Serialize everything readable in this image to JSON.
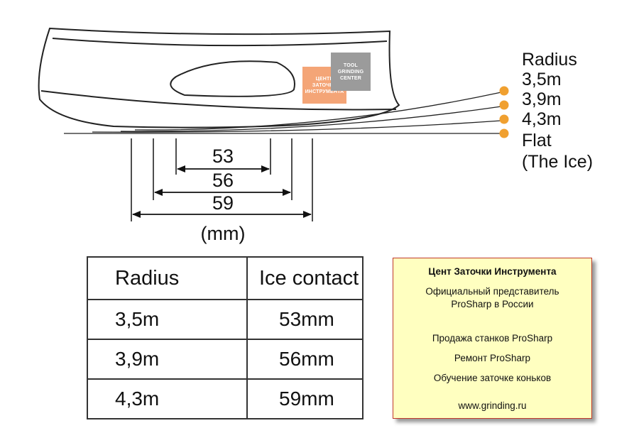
{
  "logos": {
    "orange_text": "ЦЕНТР\nЗАТОЧКИ\nИНСТРУМЕНТА",
    "grey_text": "TOOL\nGRINDING\nCENTER"
  },
  "dimensions": {
    "d1": "53",
    "d2": "56",
    "d3": "59",
    "unit": "(mm)"
  },
  "legend": {
    "title": "Radius",
    "items": [
      "3,5m",
      "3,9m",
      "4,3m",
      "Flat"
    ],
    "note": "(The Ice)",
    "dot_color": "#f0a030"
  },
  "table": {
    "headers": [
      "Radius",
      "Ice contact"
    ],
    "rows": [
      [
        "3,5m",
        "53mm"
      ],
      [
        "3,9m",
        "56mm"
      ],
      [
        "4,3m",
        "59mm"
      ]
    ]
  },
  "info_box": {
    "title": "Цент Заточки Инструмента",
    "line1": "Официальный представитель",
    "line2": "ProSharp в России",
    "line3": "Продажа станков ProSharp",
    "line4": "Ремонт ProSharp",
    "line5": "Обучение заточке коньков",
    "url": "www.grinding.ru",
    "bg_color": "#ffffc0",
    "border_color": "#c0392b"
  }
}
